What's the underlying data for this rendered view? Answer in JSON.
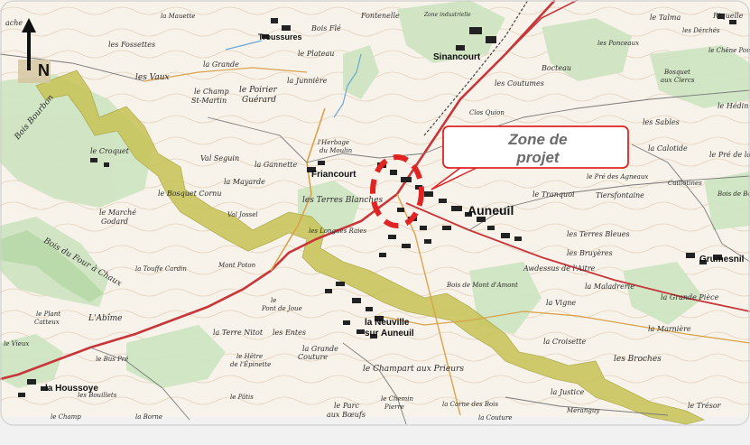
{
  "map": {
    "north_label": "N",
    "callout": {
      "line1": "Zone de",
      "line2": "projet"
    },
    "towns": {
      "auneuil": "Auneuil",
      "troussures": "Troussures",
      "sinancourt": "Sinancourt",
      "friancourt": "Friancourt",
      "grumesnil": "Grumesnil",
      "neuville1": "la Neuville",
      "neuville2": "sur Auneuil",
      "houssoye": "la Houssoye"
    },
    "places": {
      "fossettes": "les Fossettes",
      "vaux": "les Vaux",
      "grande": "la Grande",
      "champ1": "le Champ",
      "champ2": "St-Martin",
      "poirier1": "le Poirier",
      "poirier2": "Guérard",
      "junniere": "la Junnière",
      "plateau": "le Plateau",
      "fontenelle": "Fontenelle",
      "boisfle": "Bois Flé",
      "bocteau": "Bocteau",
      "coutumes": "les Coutumes",
      "talma": "le Talma",
      "riquelle": "Riquelle",
      "derches": "les Dérchés",
      "chenepoux": "le Chêne Poux",
      "hedin": "le Hédin",
      "sables": "les Sables",
      "calotide": "la Calotide",
      "predesa": "le Pré de la F",
      "predesagneaux": "le Pré des Agneaux",
      "caillotines": "Caillotines",
      "tiersfontaine": "Tiersfontaine",
      "tranquoi": "le Tranquoi",
      "croquet": "le Croquet",
      "marche1": "le Marché",
      "marche2": "Godard",
      "bosquetcornu": "le Bosquet Cornu",
      "mayarde": "la Mayarde",
      "gannette": "la Gannette",
      "terresblanches": "les Terres Blanches",
      "longuesraies": "les Longues Raies",
      "terresbleues": "les Terres Bleues",
      "bruyeres": "les Bruyères",
      "awdessus": "Awdessus de l'Aitre",
      "maladrerie": "la Maladrerie",
      "grandepiece": "la Grande Pièce",
      "vigne": "la Vigne",
      "croisette": "la Croisette",
      "marniere": "la Marnière",
      "broches": "les Broches",
      "justice": "la Justice",
      "tresor": "le Trésor",
      "meranguy": "Méranguy",
      "couture": "la Couture",
      "cornebois": "la Corne des Bois",
      "chemin1": "le Chemin",
      "chemin2": "Pierre",
      "parc1": "le Parc",
      "parc2": "aux Bœufs",
      "champart": "le Champart aux Prieurs",
      "grandecouture1": "la Grande",
      "grandecouture2": "Couture",
      "hetre1": "le Hêtre",
      "hetre2": "de l'Épinette",
      "terrenitot": "la Terre Nitot",
      "entes": "les Entes",
      "patis": "le Pâtis",
      "borne": "la Borne",
      "abime": "L'Abîme",
      "plant1": "le Plant",
      "plant2": "Catteux",
      "pontdejoue1": "le",
      "pontdejoue2": "Pont de Joue",
      "touffecardin": "la Touffe Cardin",
      "montpoton": "Mont Poton",
      "boisfourchaux": "Bois du Four à Chaux",
      "boisbourbon": "Bois Bourbon",
      "vieux": "le Vieux",
      "buspre": "le Bus Pré",
      "bouillets": "les Bouillets",
      "champd": "le Champ",
      "vallseguin": "Val Seguin",
      "valjossel": "Val Jossel",
      "boismontdamont": "Bois de Mont d'Amont",
      "herbage1": "l'Herbage",
      "herbage2": "du Moulin",
      "closquion": "Clos Quion",
      "ponceaux": "les Ponceaux",
      "bosquet1": "Bosquet",
      "bosquet2": "aux Clercs",
      "zoneindus": "Zone industrielle",
      "mauette": "la Mauette",
      "ache": "ache",
      "boisdeboul": "Bois de Boul"
    }
  }
}
